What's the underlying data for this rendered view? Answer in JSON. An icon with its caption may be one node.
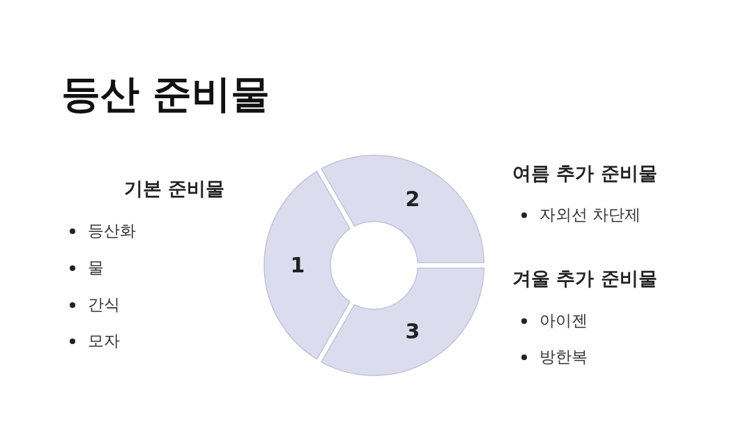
{
  "diagram": {
    "title": "등산 준비물",
    "nodes": [
      {
        "text": [
          "1"
        ]
      },
      {
        "text": [
          "2"
        ]
      },
      {
        "text": [
          "3"
        ]
      }
    ],
    "labels": [
      "기본 준비물",
      "등산화",
      "물",
      "간식",
      "모자",
      "여름 추가 준비물",
      "자외선 차단제",
      "겨울 추가 준비물",
      "아이젠",
      "방한복"
    ]
  }
}
